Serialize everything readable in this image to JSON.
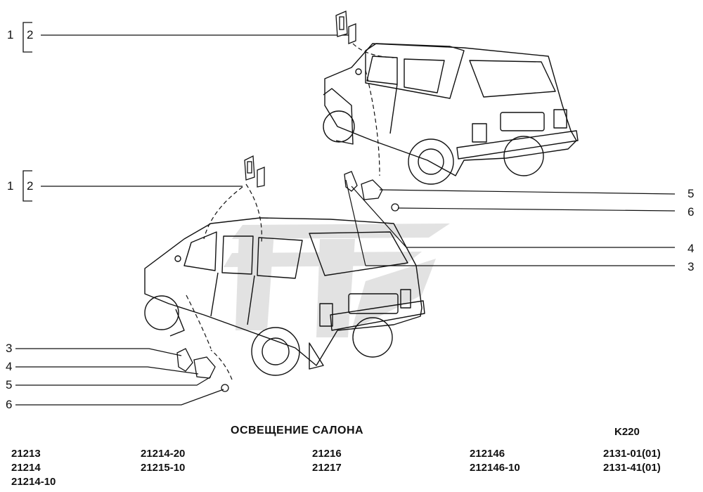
{
  "diagram": {
    "title": "ОСВЕЩЕНИЕ САЛОНА",
    "code": "K220",
    "callouts_top": [
      "1",
      "2"
    ],
    "callouts_middle": [
      "1",
      "2"
    ],
    "callouts_right": [
      "5",
      "6",
      "4",
      "3"
    ],
    "callouts_left": [
      "3",
      "4",
      "5",
      "6"
    ]
  },
  "models": [
    [
      "21213",
      "21214",
      "21214-10"
    ],
    [
      "21214-20",
      "21215-10"
    ],
    [
      "21216",
      "21217"
    ],
    [
      "212146",
      "212146-10"
    ],
    [
      "2131-01(01)",
      "2131-41(01)"
    ]
  ]
}
